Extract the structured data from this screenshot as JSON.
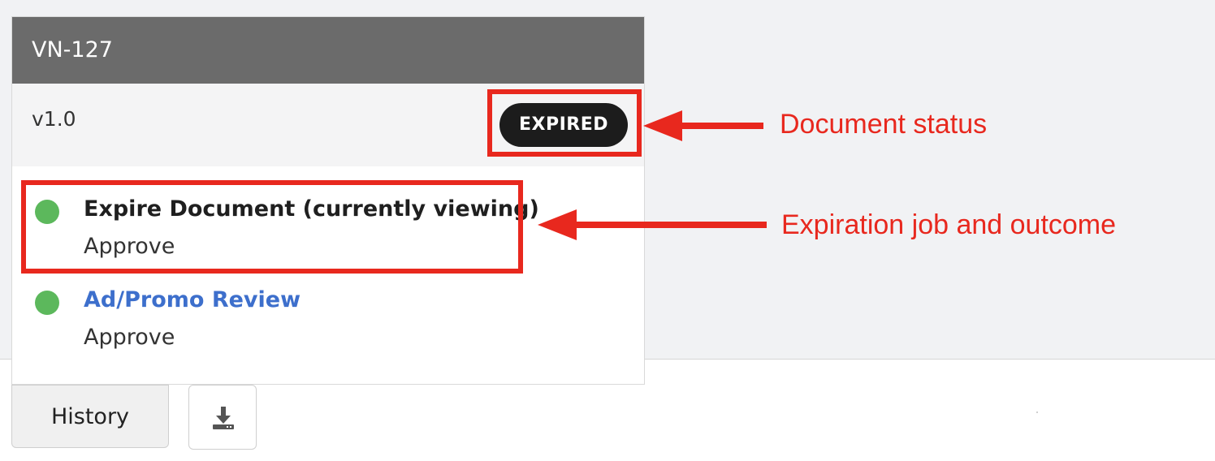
{
  "document": {
    "id": "VN-127",
    "version": "v1.0",
    "status": "EXPIRED"
  },
  "jobs": [
    {
      "title": "Expire Document (currently viewing)",
      "outcome": "Approve",
      "status_color": "#5cb85c",
      "is_link": false
    },
    {
      "title": "Ad/Promo Review",
      "outcome": "Approve",
      "status_color": "#5cb85c",
      "is_link": true
    }
  ],
  "toolbar": {
    "history_label": "History",
    "download_icon": "download-icon"
  },
  "annotations": {
    "status_label": "Document status",
    "job_label": "Expiration job and outcome",
    "color": "#e8281e"
  }
}
